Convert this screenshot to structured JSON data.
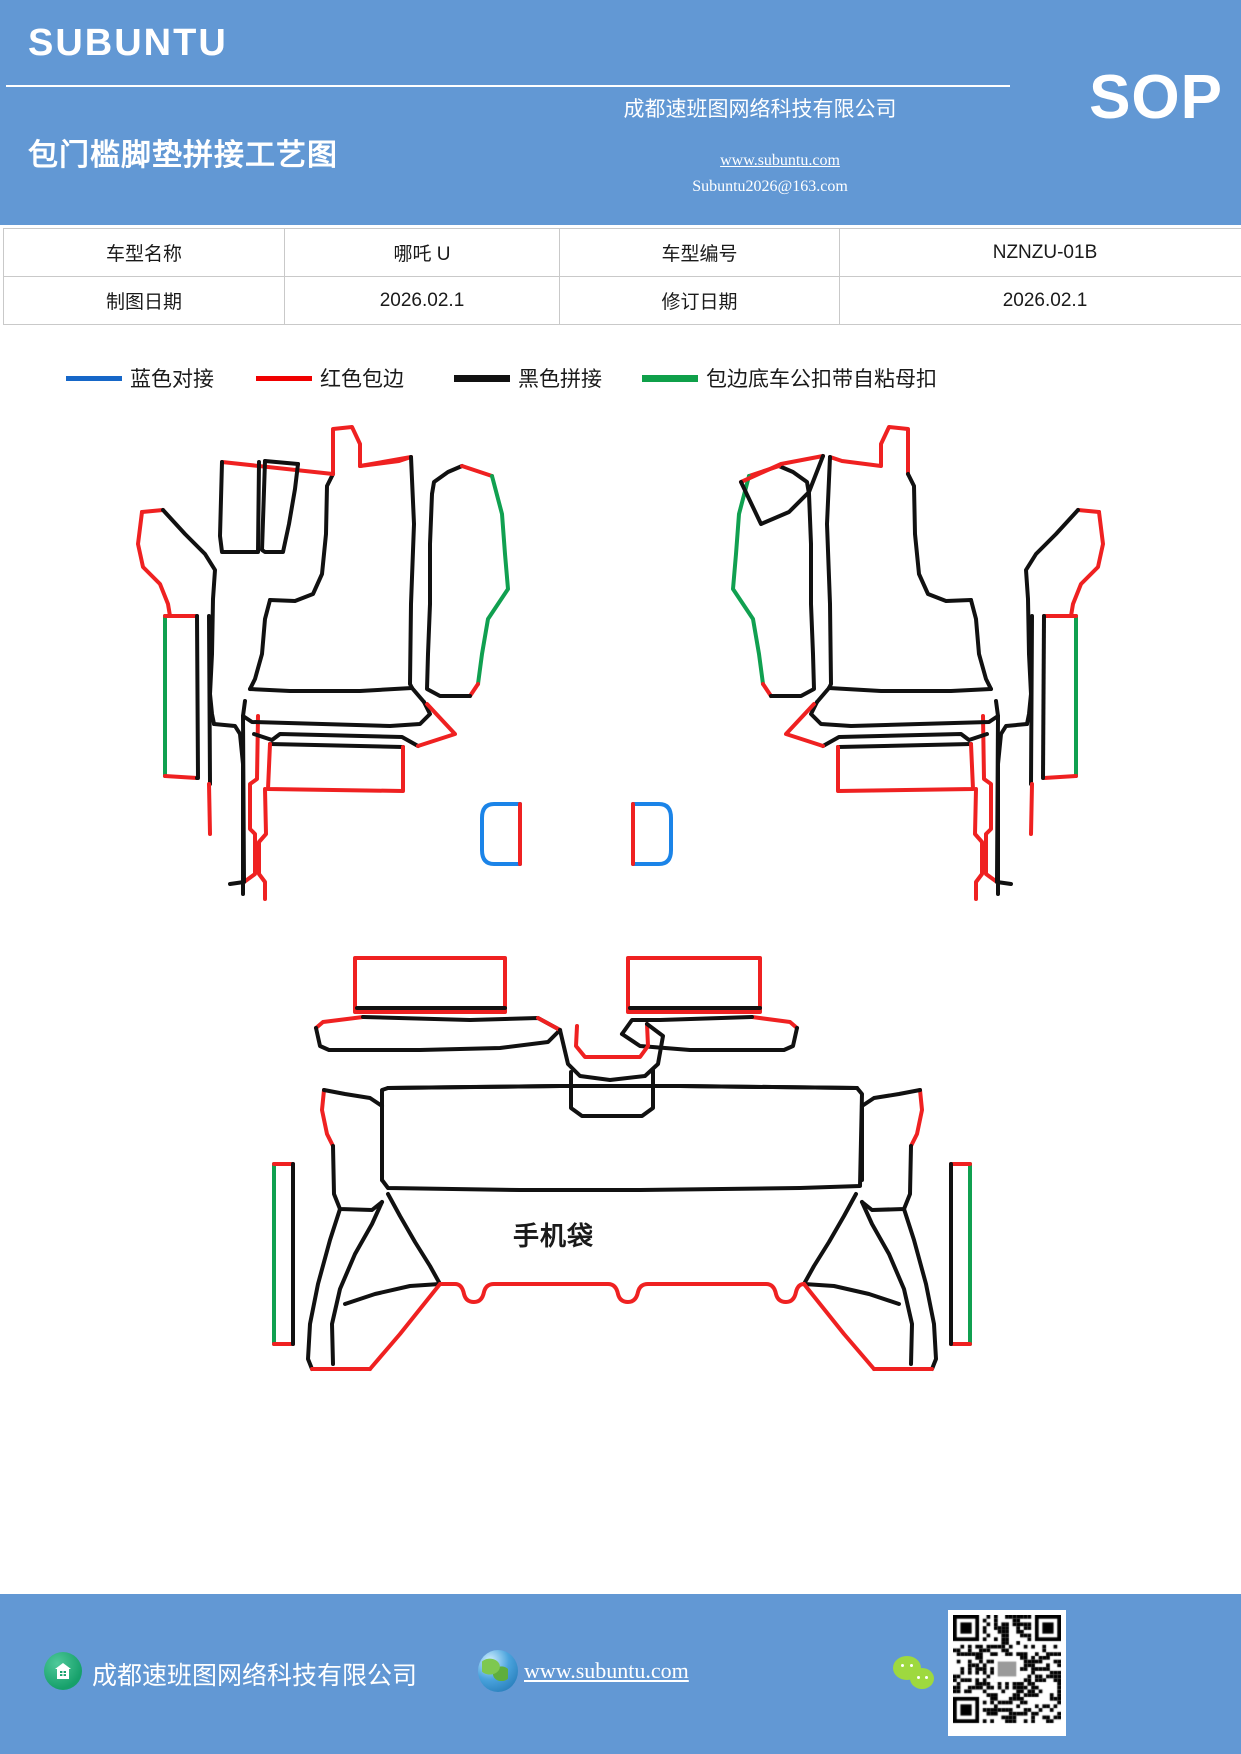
{
  "header": {
    "brand": "SUBUNTU",
    "doc_title": "包门槛脚垫拼接工艺图",
    "company_name": "成都速班图网络科技有限公司",
    "website": "www.subuntu.com",
    "email": "Subuntu2026@163.com",
    "sop_badge": "SOP",
    "background_color": "#6298d4"
  },
  "info_table": {
    "rows": [
      {
        "label_1": "车型名称",
        "value_1": "哪吒 U",
        "label_2": "车型编号",
        "value_2": "NZNZU-01B"
      },
      {
        "label_1": "制图日期",
        "value_1": "2026.02.1",
        "label_2": "修订日期",
        "value_2": "2026.02.1"
      }
    ]
  },
  "legend": {
    "items": [
      {
        "label": "蓝色对接",
        "color": "#1667c8",
        "icon": "line-swatch-blue"
      },
      {
        "label": "红色包边",
        "color": "#f00000",
        "icon": "line-swatch-red"
      },
      {
        "label": "黑色拼接",
        "color": "#111111",
        "icon": "line-swatch-black"
      },
      {
        "label": "包边底车公扣带自粘母扣",
        "color": "#0fa04a",
        "icon": "line-swatch-green"
      }
    ]
  },
  "diagram": {
    "phone_pocket_label": "手机袋",
    "colors": {
      "blue": "#1b84e8",
      "red": "#ef2121",
      "black": "#111111",
      "green": "#10a050"
    }
  },
  "footer": {
    "company": "成都速班图网络科技有限公司",
    "url": "www.subuntu.com",
    "background_color": "#6298d4",
    "icons": {
      "company": "house-icon",
      "web": "globe-icon",
      "wechat": "wechat-icon",
      "qr": "qr-code"
    }
  }
}
